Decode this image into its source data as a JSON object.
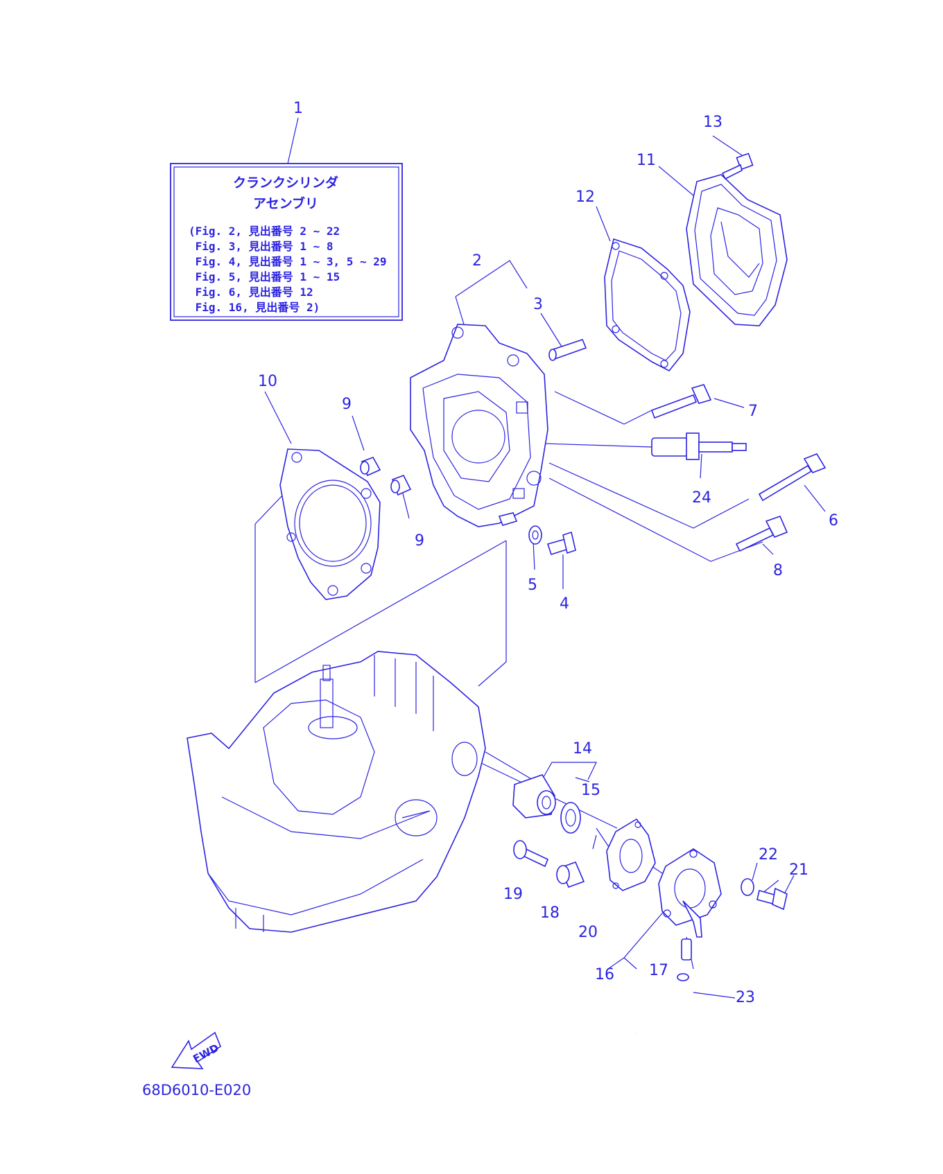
{
  "info_box": {
    "title_line1": "クランクシリンダ",
    "title_line2": "アセンブリ",
    "refs": [
      "(Fig. 2, 見出番号 2 ~ 22",
      " Fig. 3, 見出番号 1 ~ 8",
      " Fig. 4, 見出番号 1 ~ 3, 5 ~ 29",
      " Fig. 5, 見出番号 1 ~ 15",
      " Fig. 6, 見出番号 12",
      " Fig. 16, 見出番号 2)"
    ]
  },
  "callouts": [
    "1",
    "2",
    "3",
    "4",
    "5",
    "6",
    "7",
    "8",
    "9",
    "9",
    "10",
    "11",
    "12",
    "13",
    "14",
    "15",
    "16",
    "17",
    "18",
    "19",
    "20",
    "21",
    "22",
    "23",
    "24"
  ],
  "fwd_label": "FWD",
  "diagram_code": "68D6010-E020",
  "colors": {
    "ink": "#2b22e0",
    "background": "#ffffff"
  }
}
